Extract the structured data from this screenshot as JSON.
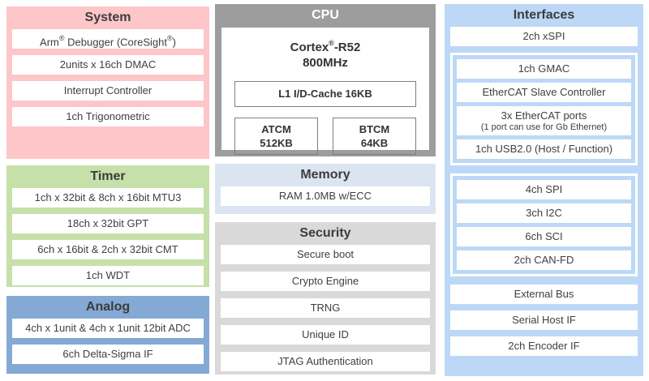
{
  "colors": {
    "system_pink": "#fdc6c9",
    "timer_green": "#c6e0a9",
    "analog_blue": "#84a9d4",
    "cpu_gray": "#9d9d9d",
    "memory_pale_blue": "#dbe5f1",
    "security_gray": "#d9d9d9",
    "interfaces_blue": "#bdd8f6",
    "row_white": "#ffffff",
    "text": "#404040"
  },
  "panels": {
    "system": {
      "title": "System",
      "item_arm": {
        "t1": "Arm",
        "s1": "®",
        "t2": " Debugger (CoreSight",
        "s2": "®",
        "t3": ")"
      },
      "items": [
        "2units x 16ch DMAC",
        "Interrupt Controller",
        "1ch Trigonometric"
      ]
    },
    "timer": {
      "title": "Timer",
      "items": [
        "1ch x 32bit & 8ch x 16bit MTU3",
        "18ch x 32bit GPT",
        "6ch x 16bit & 2ch x 32bit CMT",
        "1ch WDT"
      ]
    },
    "analog": {
      "title": "Analog",
      "items": [
        "4ch x 1unit & 4ch x 1unit 12bit ADC",
        "6ch Delta-Sigma IF"
      ]
    },
    "cpu": {
      "title": "CPU",
      "core": {
        "t1": "Cortex",
        "s1": "®",
        "t2": "-R52"
      },
      "freq": "800MHz",
      "cache": "L1 I/D-Cache 16KB",
      "atcm": {
        "name": "ATCM",
        "size": "512KB"
      },
      "btcm": {
        "name": "BTCM",
        "size": "64KB"
      }
    },
    "memory": {
      "title": "Memory",
      "items": [
        "RAM 1.0MB w/ECC"
      ]
    },
    "security": {
      "title": "Security",
      "items": [
        "Secure boot",
        "Crypto Engine",
        "TRNG",
        "Unique ID",
        "JTAG Authentication"
      ]
    },
    "interfaces": {
      "title": "Interfaces",
      "top_item": "2ch xSPI",
      "group1": {
        "items": [
          "1ch GMAC",
          "EtherCAT Slave Controller"
        ],
        "ethercat_ports": {
          "line1": "3x EtherCAT ports",
          "line2": "(1 port can use for Gb Ethernet)"
        },
        "last_item": "1ch USB2.0 (Host / Function)"
      },
      "group2": {
        "items": [
          "4ch SPI",
          "3ch I2C",
          "6ch SCI",
          "2ch CAN-FD"
        ]
      },
      "bottom_items": [
        "External Bus",
        "Serial Host IF",
        "2ch Encoder IF"
      ]
    }
  }
}
